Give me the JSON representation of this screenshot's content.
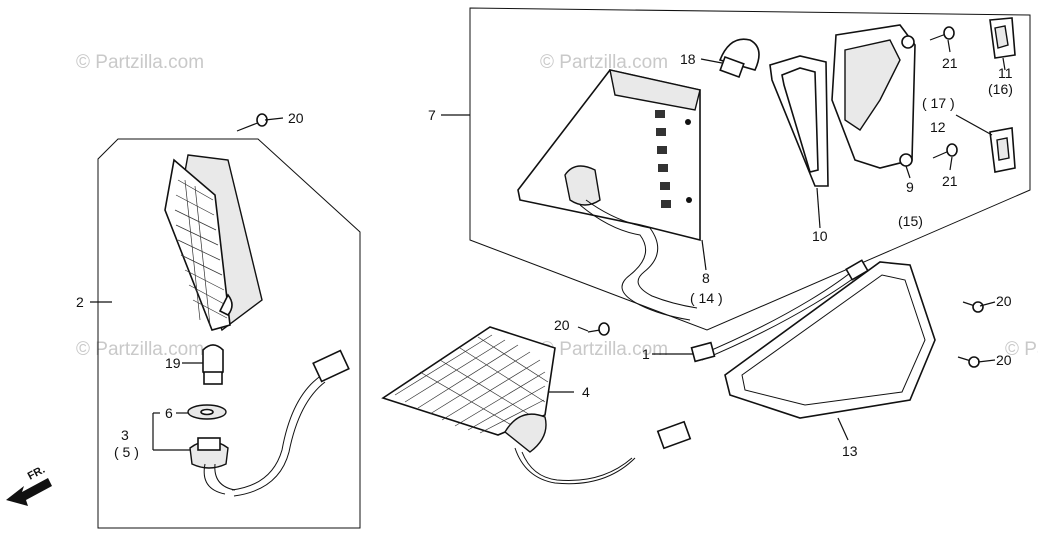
{
  "watermark": "© Partzilla.com",
  "direction_label": "FR.",
  "callouts": {
    "c1": "1",
    "c2": "2",
    "c3": "3",
    "c3b": "( 5 )",
    "c4": "4",
    "c6": "6",
    "c7": "7",
    "c8": "8",
    "c8b": "( 14 )",
    "c9": "9",
    "c9b": "(15)",
    "c10": "10",
    "c11": "11",
    "c11b": "(16)",
    "c12": "12",
    "c12b": "( 17 )",
    "c13": "13",
    "c18": "18",
    "c19": "19",
    "c20a": "20",
    "c20b": "20",
    "c20c": "20",
    "c20d": "20",
    "c21a": "21",
    "c21b": "21"
  }
}
